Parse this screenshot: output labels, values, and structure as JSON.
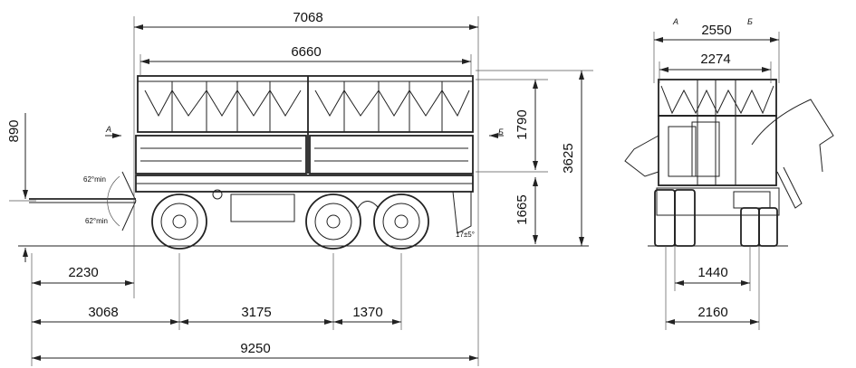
{
  "side_view": {
    "dimensions": {
      "overall_body_length": "7068",
      "inner_body_length": "6660",
      "overall_height": "3625",
      "body_height": "1790",
      "floor_height": "1665",
      "drawbar_height": "890",
      "drawbar_to_body": "2230",
      "drawbar_to_first_axle": "3068",
      "first_to_second_axle": "3175",
      "second_to_third_axle": "1370",
      "overall_length": "9250"
    },
    "angle_labels": {
      "drawbar_up": "62°min",
      "drawbar_down": "62°min",
      "rear_angle": "17±5°"
    },
    "section_marks": {
      "a": "А",
      "b": "Б"
    }
  },
  "front_view": {
    "section_marks": {
      "a": "А",
      "b": "Б"
    },
    "dimensions": {
      "overall_width": "2550",
      "inner_width": "2274",
      "track_inner": "1440",
      "track_outer": "2160"
    }
  }
}
